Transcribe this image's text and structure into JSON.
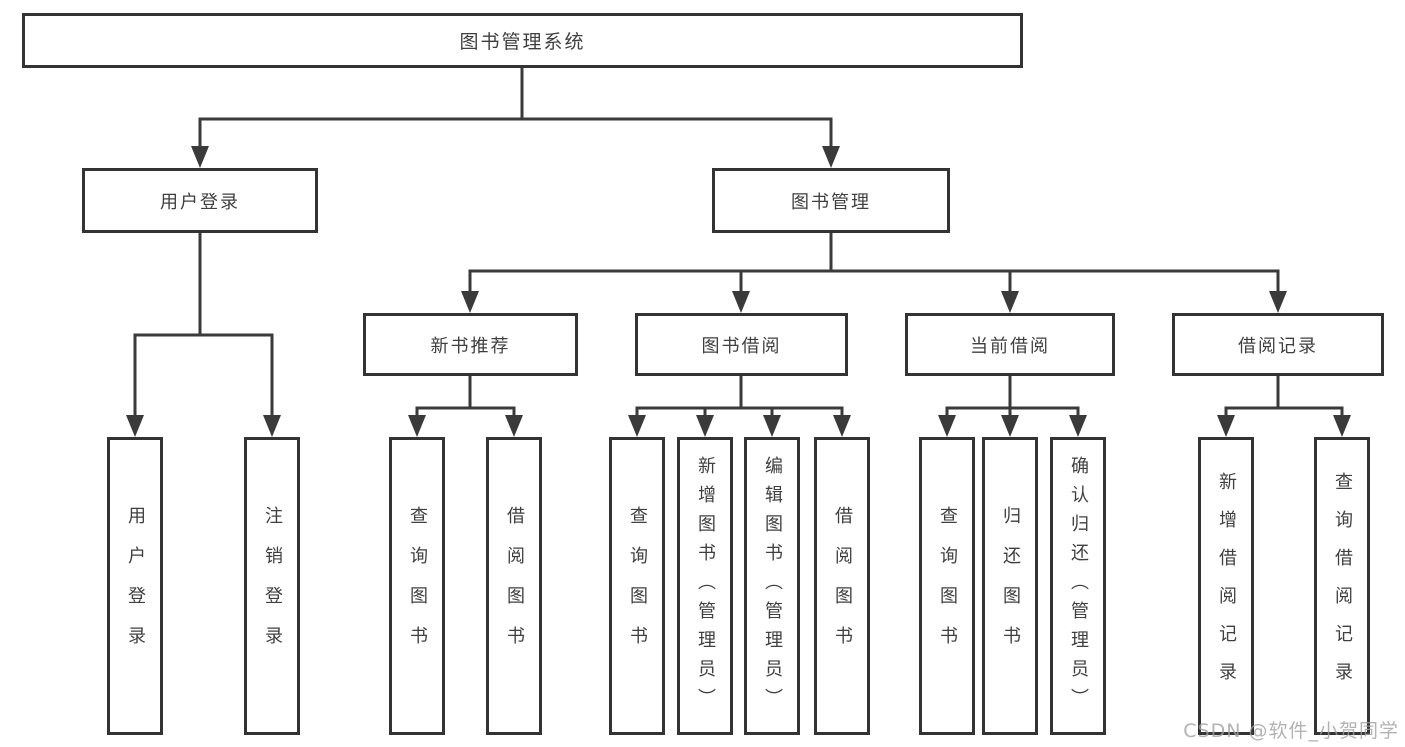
{
  "tree": {
    "root": {
      "label": "图书管理系统"
    },
    "branches": [
      {
        "label": "用户登录",
        "children": [
          {
            "label": "用户登录"
          },
          {
            "label": "注销登录"
          }
        ]
      },
      {
        "label": "图书管理",
        "children": [
          {
            "label": "新书推荐",
            "children": [
              {
                "label": "查询图书"
              },
              {
                "label": "借阅图书"
              }
            ]
          },
          {
            "label": "图书借阅",
            "children": [
              {
                "label": "查询图书"
              },
              {
                "label": "新增图书（管理员）"
              },
              {
                "label": "编辑图书（管理员）"
              },
              {
                "label": "借阅图书"
              }
            ]
          },
          {
            "label": "当前借阅",
            "children": [
              {
                "label": "查询图书"
              },
              {
                "label": "归还图书"
              },
              {
                "label": "确认归还（管理员）"
              }
            ]
          },
          {
            "label": "借阅记录",
            "children": [
              {
                "label": "新增借阅记录"
              },
              {
                "label": "查询借阅记录"
              }
            ]
          }
        ]
      }
    ]
  },
  "watermark": "CSDN @软件_小贺同学",
  "colors": {
    "line": "#3a3a3a",
    "box_border": "#333333",
    "text": "#3f3f3f",
    "background": "#ffffff",
    "watermark": "#a0a0a0"
  }
}
